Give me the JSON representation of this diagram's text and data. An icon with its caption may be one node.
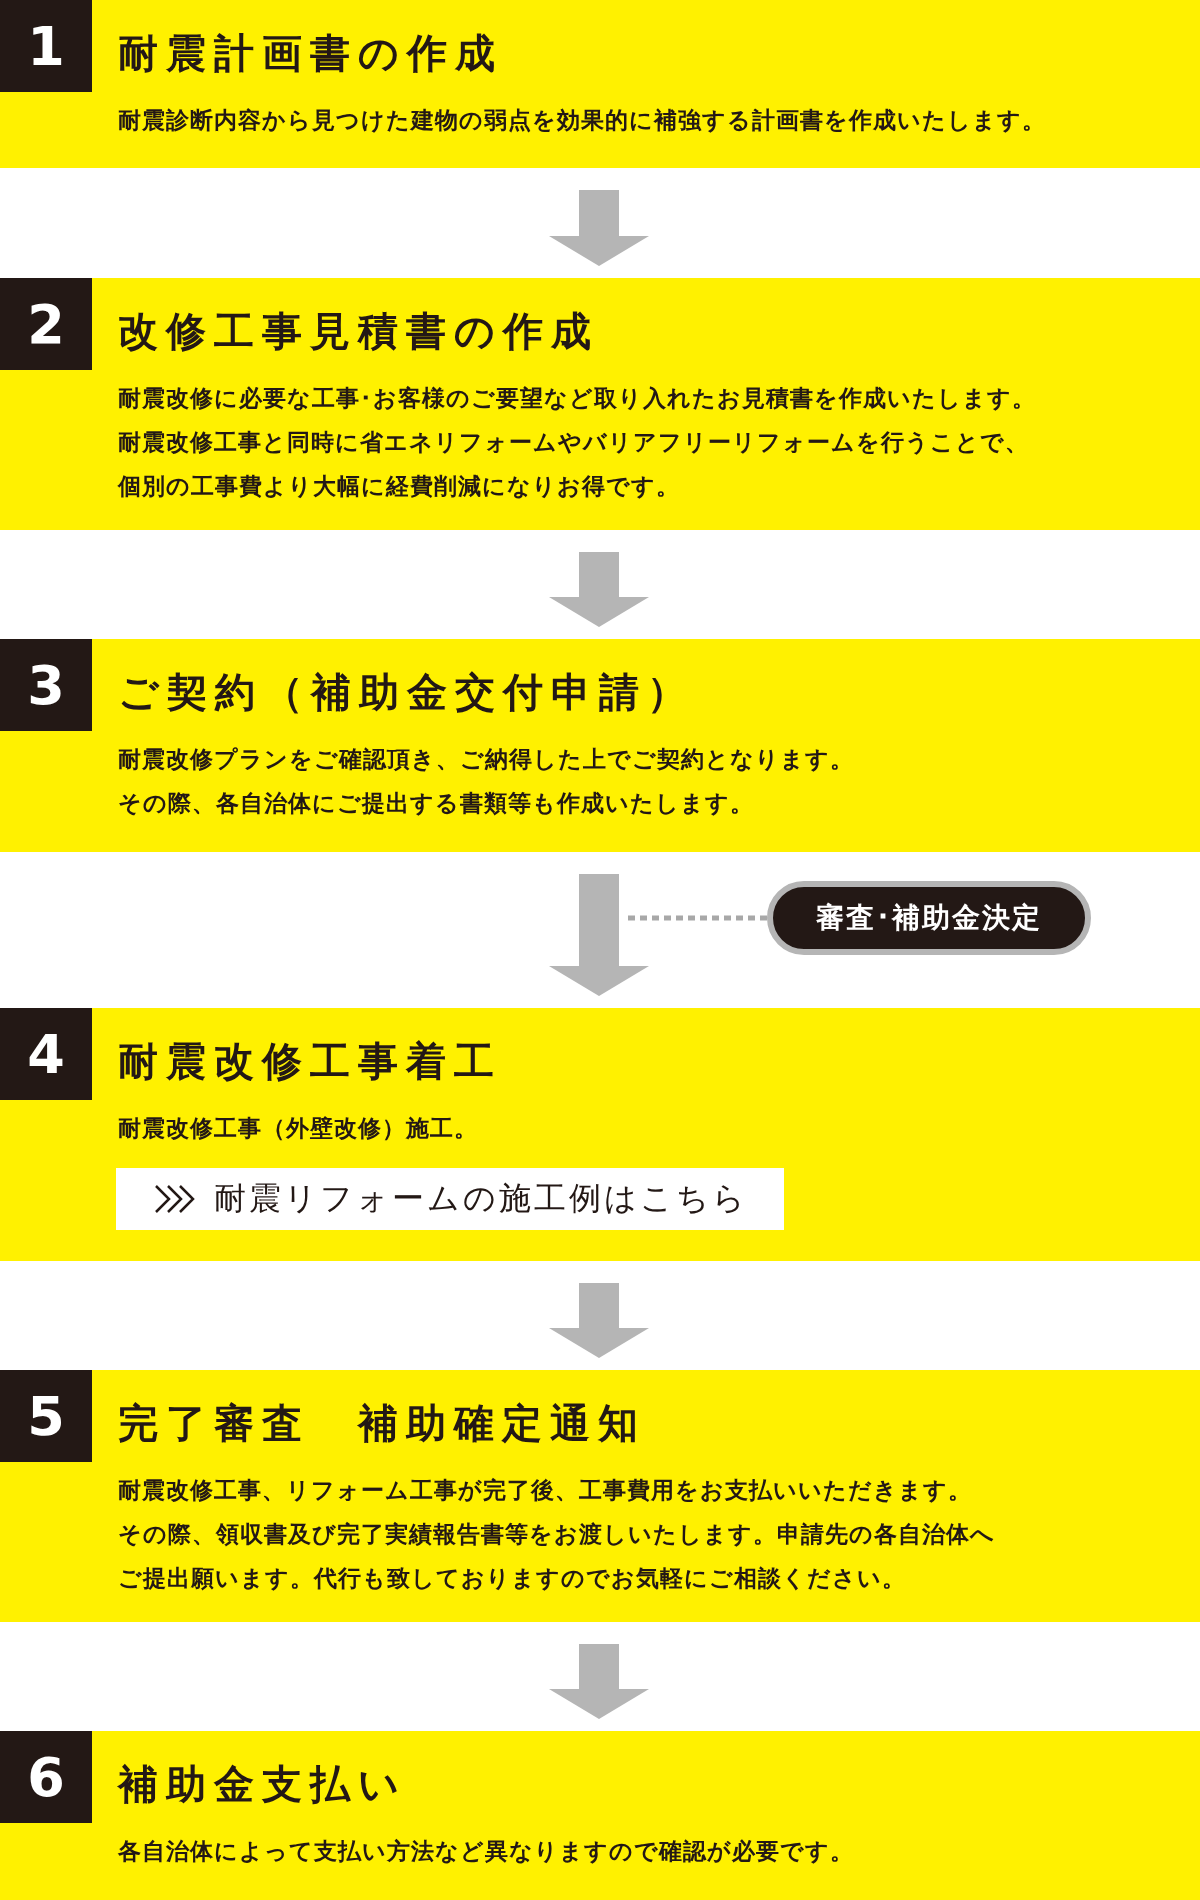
{
  "diagram": {
    "nodes": [
      {
        "text": [
          "1",
          "耐震計画書の作成",
          "耐震診断内容から見つけた建物の弱点を効果的に補強する計画書を作成いたします。"
        ]
      },
      {
        "text": [
          "2",
          "改修工事見積書の作成",
          "耐震改修に必要な工事･お客様のご要望など取り入れたお見積書を作成いたします。",
          "耐震改修工事と同時に省エネリフォームやバリアフリーリフォームを行うことで、個別の工事費より大幅に経費削減になりお得です。"
        ]
      },
      {
        "text": [
          "3",
          "ご契約（補助金交付申請）",
          "耐震改修プランをご確認頂き、ご納得した上でご契約となります。",
          "その際、各自治体にご提出する書類等も作成いたします。"
        ]
      },
      {
        "text": [
          "4",
          "耐震改修工事着工",
          "耐震改修工事（外壁改修）施工。"
        ]
      },
      {
        "text": [
          "耐震リフォームの施工例はこちら"
        ],
        "in": 3
      },
      {
        "text": [
          "5",
          "完了審査　補助確定通知",
          "耐震改修工事、リフォーム工事が完了後、工事費用をお支払いいただきます。",
          "その際、領収書及び完了実績報告書等をお渡しいたします。申請先の各自治体へご提出願います。代行も致しておりますのでお気軽にご相談ください。"
        ]
      },
      {
        "text": [
          "6",
          "補助金支払い",
          "各自治体によって支払い方法など異なりますので確認が必要です。"
        ]
      },
      {
        "text": [
          "審査･補助金決定"
        ]
      }
    ],
    "edges": [
      {
        "from": 0,
        "to": 1,
        "arrow": "to"
      },
      {
        "from": 1,
        "to": 2,
        "arrow": "to"
      },
      {
        "from": 2,
        "to": 3,
        "arrow": "to"
      },
      {
        "from": 3,
        "to": 5,
        "arrow": "to"
      },
      {
        "from": 5,
        "to": 6,
        "arrow": "to"
      },
      {
        "from": 7,
        "to": null,
        "arrow": "none",
        "style": "dashed"
      }
    ]
  }
}
